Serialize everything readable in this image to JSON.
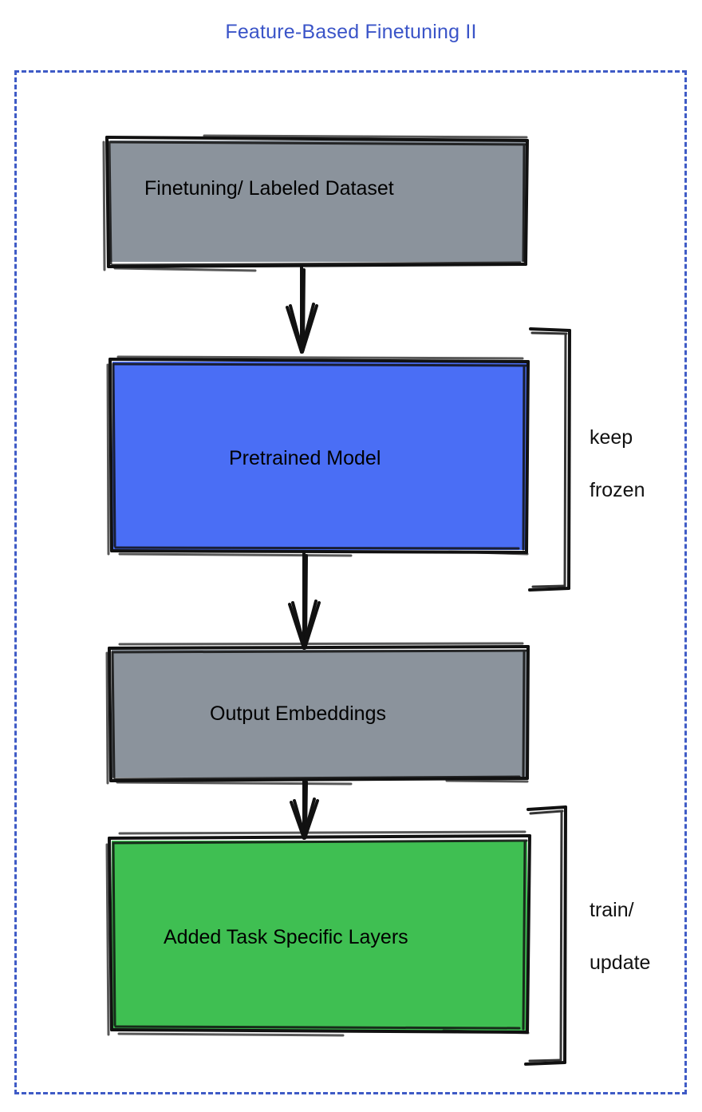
{
  "title": "Feature-Based Finetuning II",
  "colors": {
    "title_blue": "#3a54c8",
    "frame_dashed_blue": "#3f5bc6",
    "node_gray": "#8b939c",
    "node_blue": "#4a6ef5",
    "node_green": "#3fbf52",
    "stroke_black": "#111111",
    "text_black": "#000000",
    "background": "#ffffff"
  },
  "diagram": {
    "type": "flowchart",
    "direction": "top-to-bottom",
    "nodes": [
      {
        "id": "dataset",
        "label": "Finetuning/ Labeled Dataset",
        "fill_name": "gray",
        "fill": "#8b939c"
      },
      {
        "id": "pretrained",
        "label": "Pretrained Model",
        "fill_name": "blue",
        "fill": "#4a6ef5"
      },
      {
        "id": "embeddings",
        "label": "Output Embeddings",
        "fill_name": "gray",
        "fill": "#8b939c"
      },
      {
        "id": "task-layers",
        "label": "Added Task Specific Layers",
        "fill_name": "green",
        "fill": "#3fbf52"
      }
    ],
    "edges": [
      {
        "from": "dataset",
        "to": "pretrained",
        "style": "arrow"
      },
      {
        "from": "pretrained",
        "to": "embeddings",
        "style": "arrow"
      },
      {
        "from": "embeddings",
        "to": "task-layers",
        "style": "arrow"
      }
    ],
    "annotations": [
      {
        "id": "keep-frozen",
        "text": "keep\nfrozen",
        "line_1": "keep",
        "line_2": "frozen",
        "targets": [
          "pretrained"
        ],
        "bracket": "right"
      },
      {
        "id": "train-update",
        "text": "train/\nupdate",
        "line_1": "train/",
        "line_2": "update",
        "targets": [
          "task-layers"
        ],
        "bracket": "right"
      }
    ]
  }
}
